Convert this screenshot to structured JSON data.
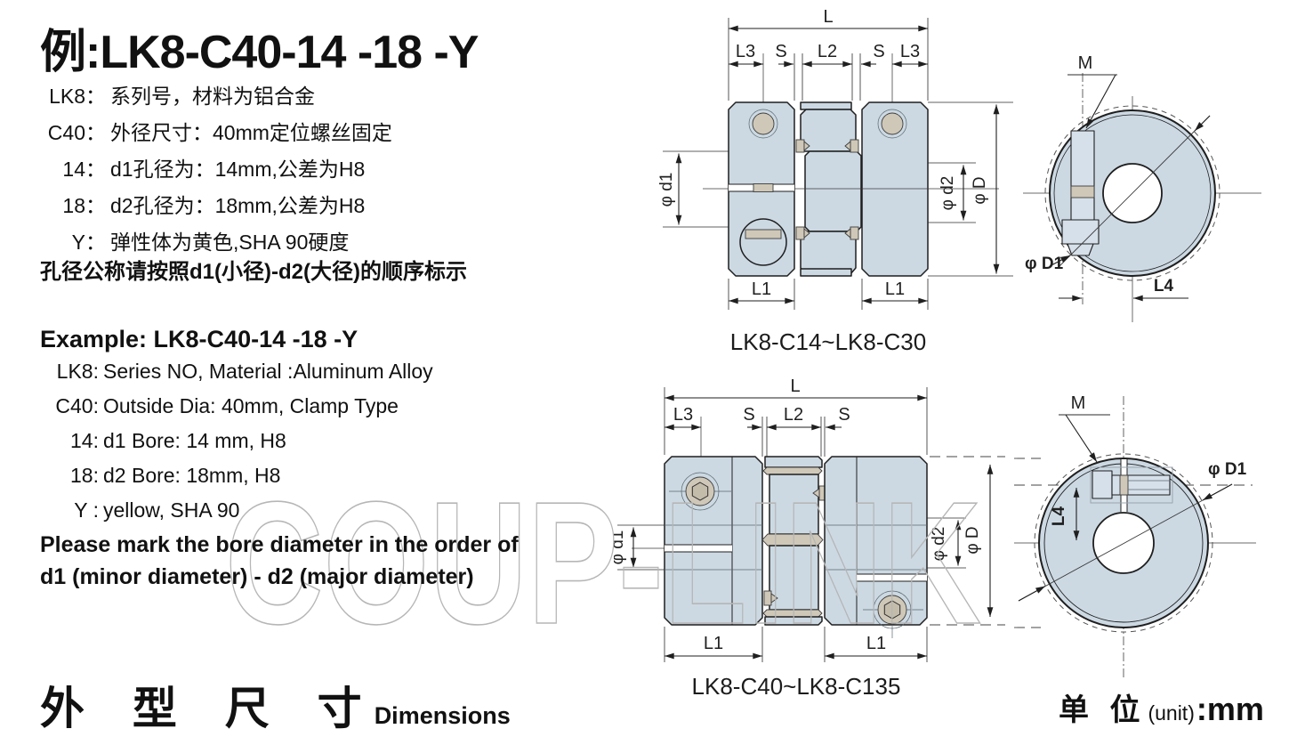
{
  "example_cn": {
    "title_prefix": "例:",
    "title_code": "LK8-C40-14 -18 -Y",
    "lines": [
      {
        "key": "LK8：",
        "text": "系列号，材料为铝合金"
      },
      {
        "key": "C40：",
        "text": "外径尺寸：40mm定位螺丝固定"
      },
      {
        "key": "14：",
        "text": "d1孔径为：14mm,公差为H8"
      },
      {
        "key": "18：",
        "text": "d2孔径为：18mm,公差为H8"
      },
      {
        "key": "Y：",
        "text": "弹性体为黄色,SHA 90硬度"
      }
    ],
    "note": "孔径公称请按照d1(小径)-d2(大径)的顺序标示"
  },
  "example_en": {
    "title": "Example: LK8-C40-14 -18 -Y",
    "lines": [
      {
        "key": "LK8:",
        "text": "Series NO, Material :Aluminum Alloy"
      },
      {
        "key": "C40:",
        "text": "Outside Dia: 40mm, Clamp Type"
      },
      {
        "key": "14:",
        "text": "d1 Bore: 14 mm, H8"
      },
      {
        "key": "18:",
        "text": "d2 Bore: 18mm, H8"
      },
      {
        "key": "Y :",
        "text": "yellow, SHA 90"
      }
    ],
    "note_line1": "Please mark the bore diameter in the order of",
    "note_line2": "d1 (minor diameter) - d2 (major diameter)"
  },
  "drawings": {
    "side_small": {
      "caption": "LK8-C14~LK8-C30",
      "dims": {
        "L": "L",
        "L1": "L1",
        "L2": "L2",
        "L3": "L3",
        "S": "S",
        "d1": "φ d1",
        "d2": "φ d2",
        "D": "φ D"
      }
    },
    "front_small": {
      "dims": {
        "M": "M",
        "D1": "φ D1",
        "L4": "L4"
      }
    },
    "side_large": {
      "caption": "LK8-C40~LK8-C135",
      "dims": {
        "L": "L",
        "L1": "L1",
        "L2": "L2",
        "L3": "L3",
        "S": "S",
        "d1": "φ d1",
        "d2": "φ d2",
        "D": "φ D"
      }
    },
    "front_large": {
      "dims": {
        "M": "M",
        "D1": "φ D1",
        "L4": "L4"
      }
    }
  },
  "footer": {
    "section_cn": "外 型 尺 寸",
    "section_en": "Dimensions",
    "unit_cn": "单 位",
    "unit_paren": "(unit)",
    "unit_value": ":mm"
  },
  "watermark": "COUP-LINK",
  "colors": {
    "body_fill": "#ccd9e3",
    "line": "#1f1f1f",
    "elastomer_tan": "#cfc8b8",
    "watermark": "#b6b6b6"
  }
}
